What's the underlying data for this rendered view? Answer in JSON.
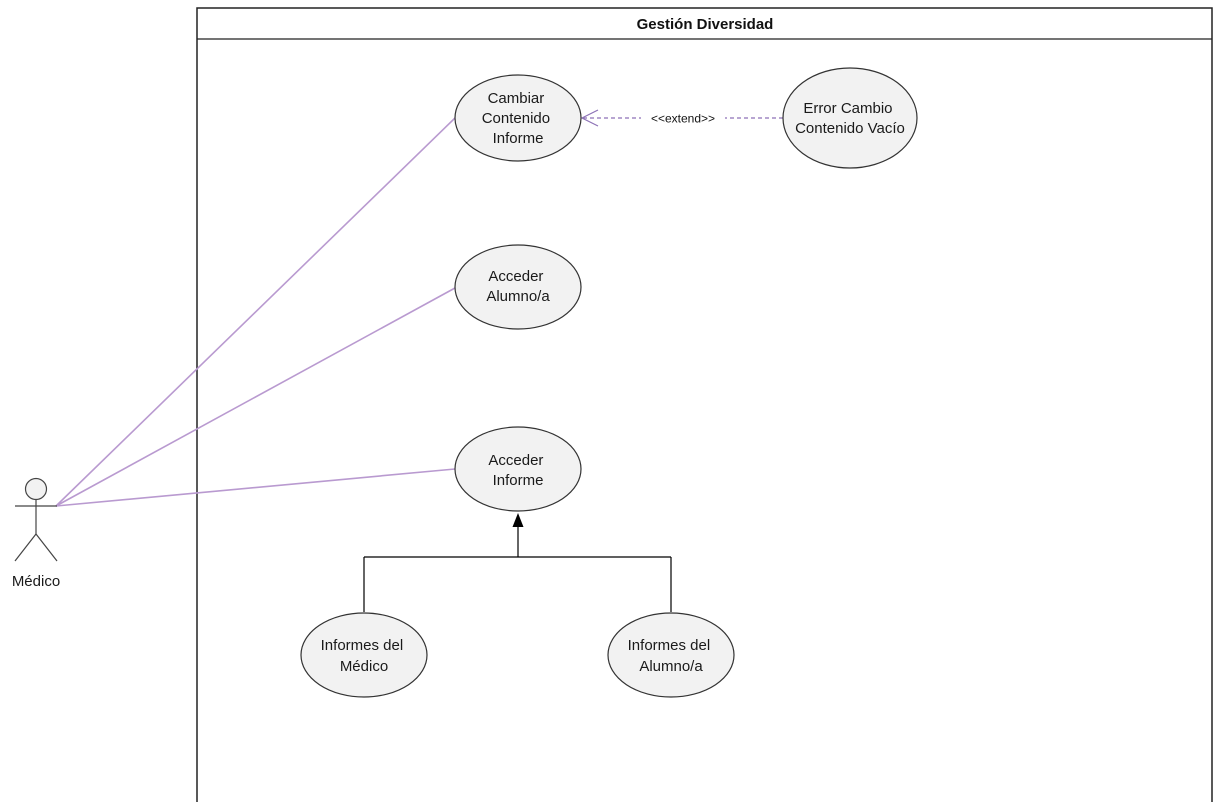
{
  "system": {
    "title": "Gestión Diversidad"
  },
  "actor": {
    "name": "Médico"
  },
  "use_cases": {
    "cambiar": {
      "lines": [
        "Cambiar",
        "Contenido",
        "Informe"
      ]
    },
    "error": {
      "lines": [
        "Error Cambio",
        "Contenido Vacío"
      ]
    },
    "acceder_alumno": {
      "lines": [
        "Acceder",
        "Alumno/a"
      ]
    },
    "acceder_informe": {
      "lines": [
        "Acceder",
        "Informe"
      ]
    },
    "informes_medico": {
      "lines": [
        "Informes del",
        "Médico"
      ]
    },
    "informes_alumno": {
      "lines": [
        "Informes del",
        "Alumno/a"
      ]
    }
  },
  "relations": {
    "extend_label": "<<extend>>"
  },
  "colors": {
    "association": "#b99ad0",
    "extend": "#8d72b6",
    "usecase_fill": "#f2f2f2",
    "outline": "#333333"
  }
}
